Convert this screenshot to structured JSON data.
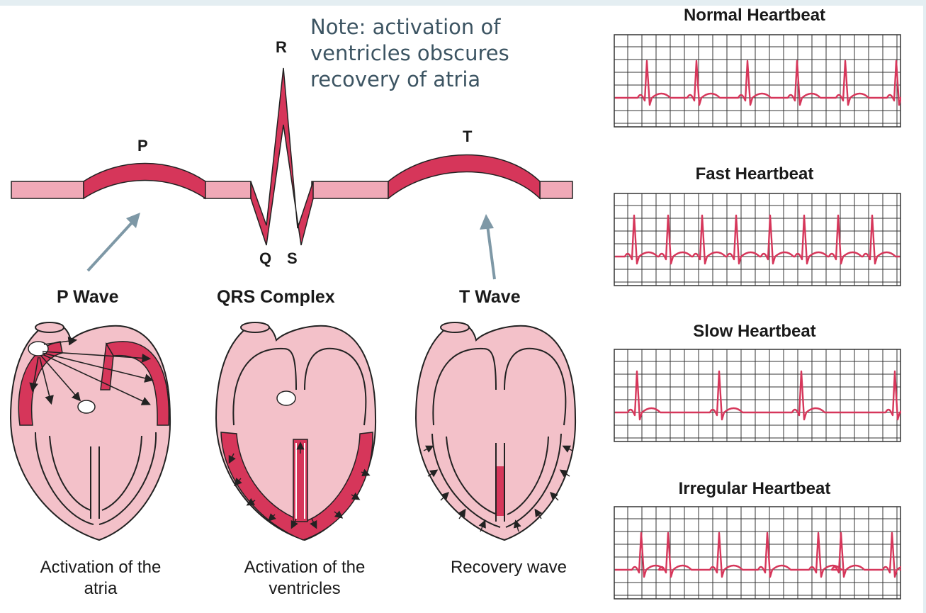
{
  "waveform": {
    "label_p": "P",
    "label_r": "R",
    "label_q": "Q",
    "label_s": "S",
    "label_t": "T"
  },
  "note": {
    "line1": "Note: activation of",
    "line2": "ventricles obscures",
    "line3": "recovery of atria"
  },
  "sections": [
    {
      "title": "P Wave",
      "caption_line1": "Activation of the",
      "caption_line2": "atria"
    },
    {
      "title": "QRS Complex",
      "caption_line1": "Activation of the",
      "caption_line2": "ventricles"
    },
    {
      "title": "T Wave",
      "caption_line1": "Recovery wave",
      "caption_line2": ""
    }
  ],
  "ecg_strips": [
    {
      "title": "Normal Heartbeat"
    },
    {
      "title": "Fast Heartbeat"
    },
    {
      "title": "Slow Heartbeat"
    },
    {
      "title": "Irregular Heartbeat"
    }
  ],
  "colors": {
    "active_red": "#d6365a",
    "light_pink": "#f0a9b7",
    "heart_fill": "#f3c1c9",
    "outline": "#222222",
    "arrow": "#7e98a6",
    "grid": "#333333"
  }
}
